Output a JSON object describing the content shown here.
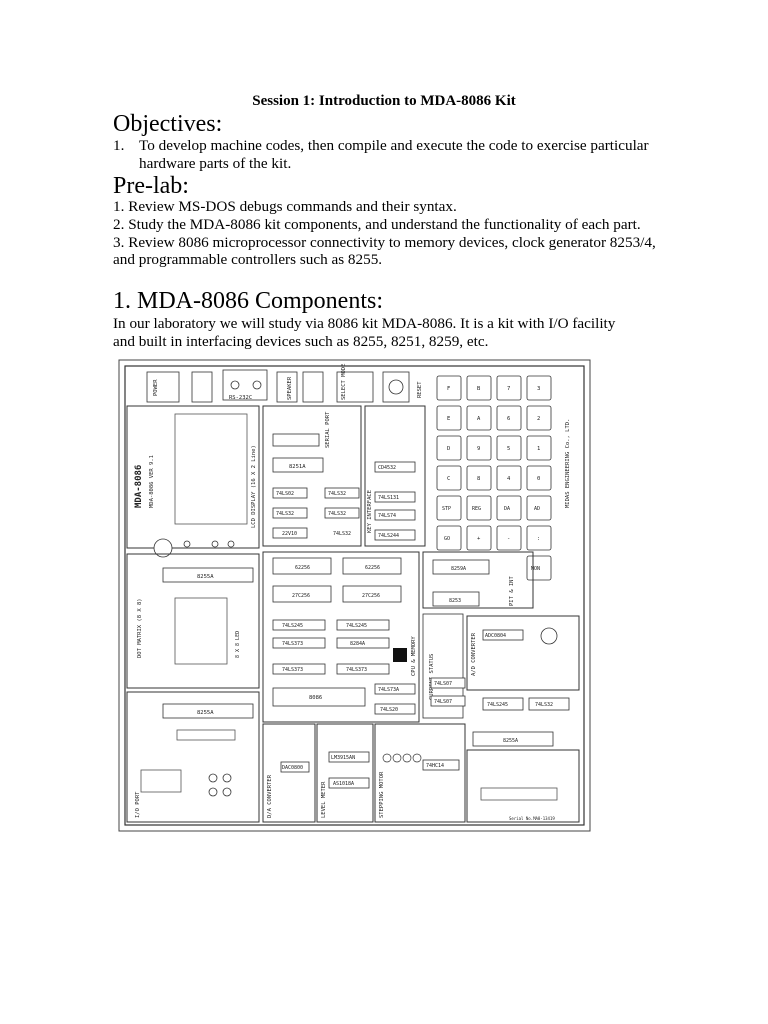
{
  "document": {
    "title": "Session 1: Introduction to MDA-8086 Kit",
    "objectives": {
      "heading": "Objectives:",
      "item_number": "1.",
      "item_line1": "To develop machine codes, then compile and execute the code to exercise particular",
      "item_line2": "hardware parts of the kit."
    },
    "prelab": {
      "heading": "Pre-lab:",
      "items": [
        "1. Review MS-DOS debugs commands and their syntax.",
        "2. Study the MDA-8086 kit components, and understand the functionality of each part.",
        "3. Review 8086 microprocessor connectivity to memory devices, clock generator 8253/4,"
      ],
      "item3_cont": "and programmable controllers such as 8255."
    },
    "components": {
      "heading": "1. MDA-8086 Components:",
      "para_line1": "In our laboratory we will study via 8086 kit MDA-8086. It is a kit with I/O facility",
      "para_line2": "and built in interfacing devices such as 8255, 8251, 8259, etc."
    }
  },
  "board": {
    "top_labels": {
      "power": "POWER",
      "rs232": "RS-232C",
      "speaker": "SPEAKER",
      "select": "SELECT MODE",
      "reset": "RESET"
    },
    "lcd": {
      "model": "MDA-8086 VER 9.1",
      "brand": "MDA-8086",
      "label": "LCD DISPLAY (16 X 2 Line)"
    },
    "serial": {
      "chips": [
        "8251A",
        "74LS02",
        "74LS32",
        "74LS32",
        "74LS32",
        "74LS32",
        "22V10"
      ],
      "port_label": "SERIAL PORT"
    },
    "key_interface": {
      "chips": [
        "CD4532",
        "74LS131",
        "74LS74",
        "74LS244"
      ],
      "label": "KEY INTERFACE"
    },
    "keypad": {
      "row1": [
        "F",
        "B",
        "7",
        "3"
      ],
      "row2": [
        "E",
        "A",
        "6",
        "2"
      ],
      "row3": [
        "D",
        "9",
        "5",
        "1"
      ],
      "row4": [
        "C",
        "8",
        "4",
        "0"
      ],
      "row5": [
        "STP",
        "REG",
        "DA",
        "AD"
      ],
      "row6": [
        "GO",
        "+",
        "-",
        ":"
      ],
      "extra": "MON",
      "maker": "MIDAS ENGINEERING Co., LTD."
    },
    "dot_matrix": {
      "chip": "8255A",
      "label": "DOT MATRIX (8 X 8)",
      "led": "8 X 8 LED"
    },
    "memory": {
      "chips": [
        "62256",
        "62256",
        "27C256",
        "27C256",
        "74LS245",
        "74LS245",
        "74LS373",
        "8284A",
        "74LS373",
        "74LS373"
      ],
      "cpu": "8086",
      "label": "CPU & MEMORY"
    },
    "pit": {
      "chips": [
        "8259A",
        "8253"
      ],
      "label": "PIT & INT"
    },
    "ad": {
      "chip": "ADC0804",
      "label": "A/D CONVERTER"
    },
    "io": {
      "chips": [
        "74LS73A",
        "74LS20",
        "74LS07",
        "74LS07",
        "74LS245",
        "74LS32",
        "8255A",
        "8255A"
      ],
      "label": "I/O PORT",
      "current": "CURRENT STATUS"
    },
    "bottom": {
      "da": "D/A CONVERTER",
      "dac": "DAC0800",
      "lm": "LM3915AN",
      "as": "AS1018A",
      "level": "LEVEL METER",
      "step": "STEPPING MOTOR",
      "hc14": "74HC14",
      "serial_no": "Serial No.MA8-13419"
    }
  }
}
